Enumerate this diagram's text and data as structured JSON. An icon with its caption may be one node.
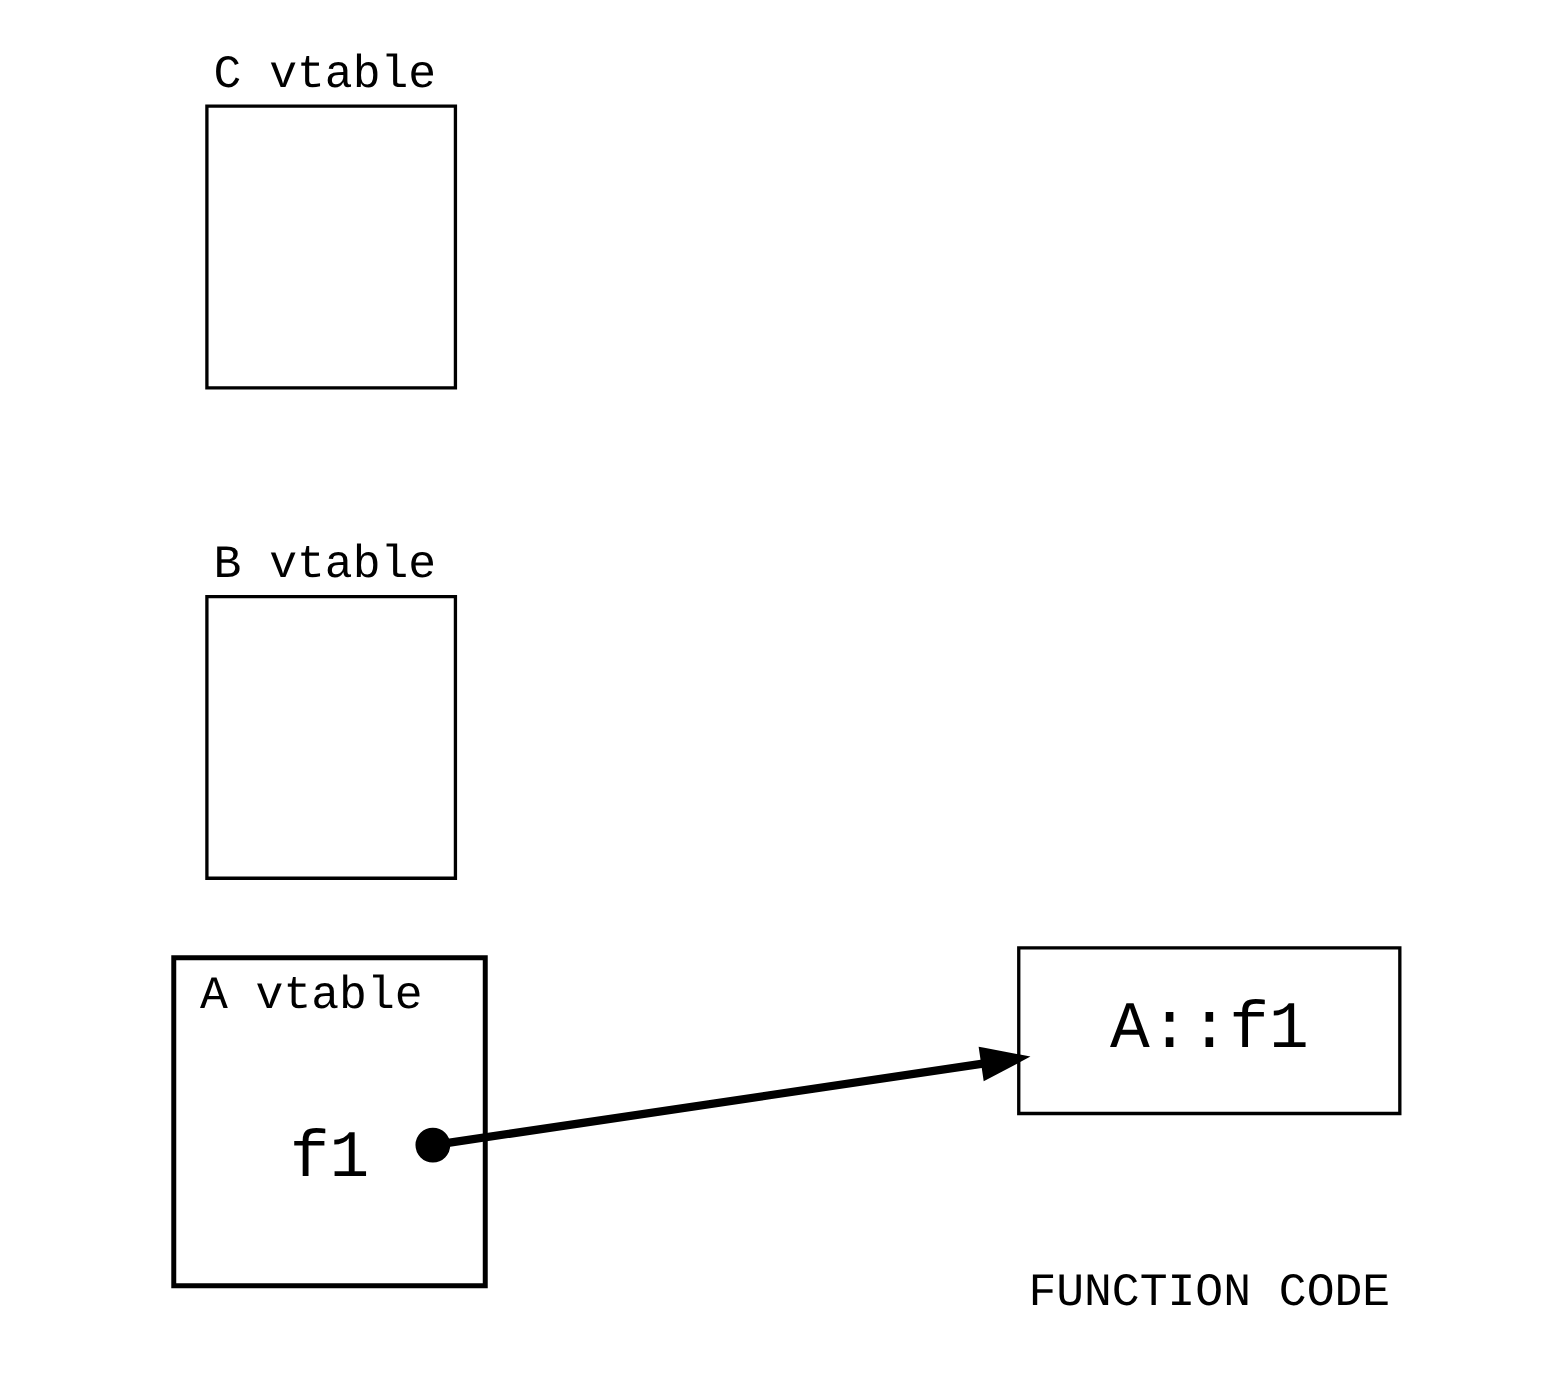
{
  "diagram": {
    "nodes": [
      {
        "text": [
          "A vtable"
        ]
      },
      {
        "text": [
          "f1"
        ],
        "in": 0
      },
      {
        "text": [
          "A::f1"
        ]
      },
      {
        "text": [
          "B vtable"
        ]
      },
      {
        "text": [
          "C vtable"
        ]
      }
    ],
    "edges": [
      {
        "from": 1,
        "to": 2,
        "arrow": "to"
      }
    ],
    "labels": [
      "FUNCTION CODE"
    ]
  }
}
